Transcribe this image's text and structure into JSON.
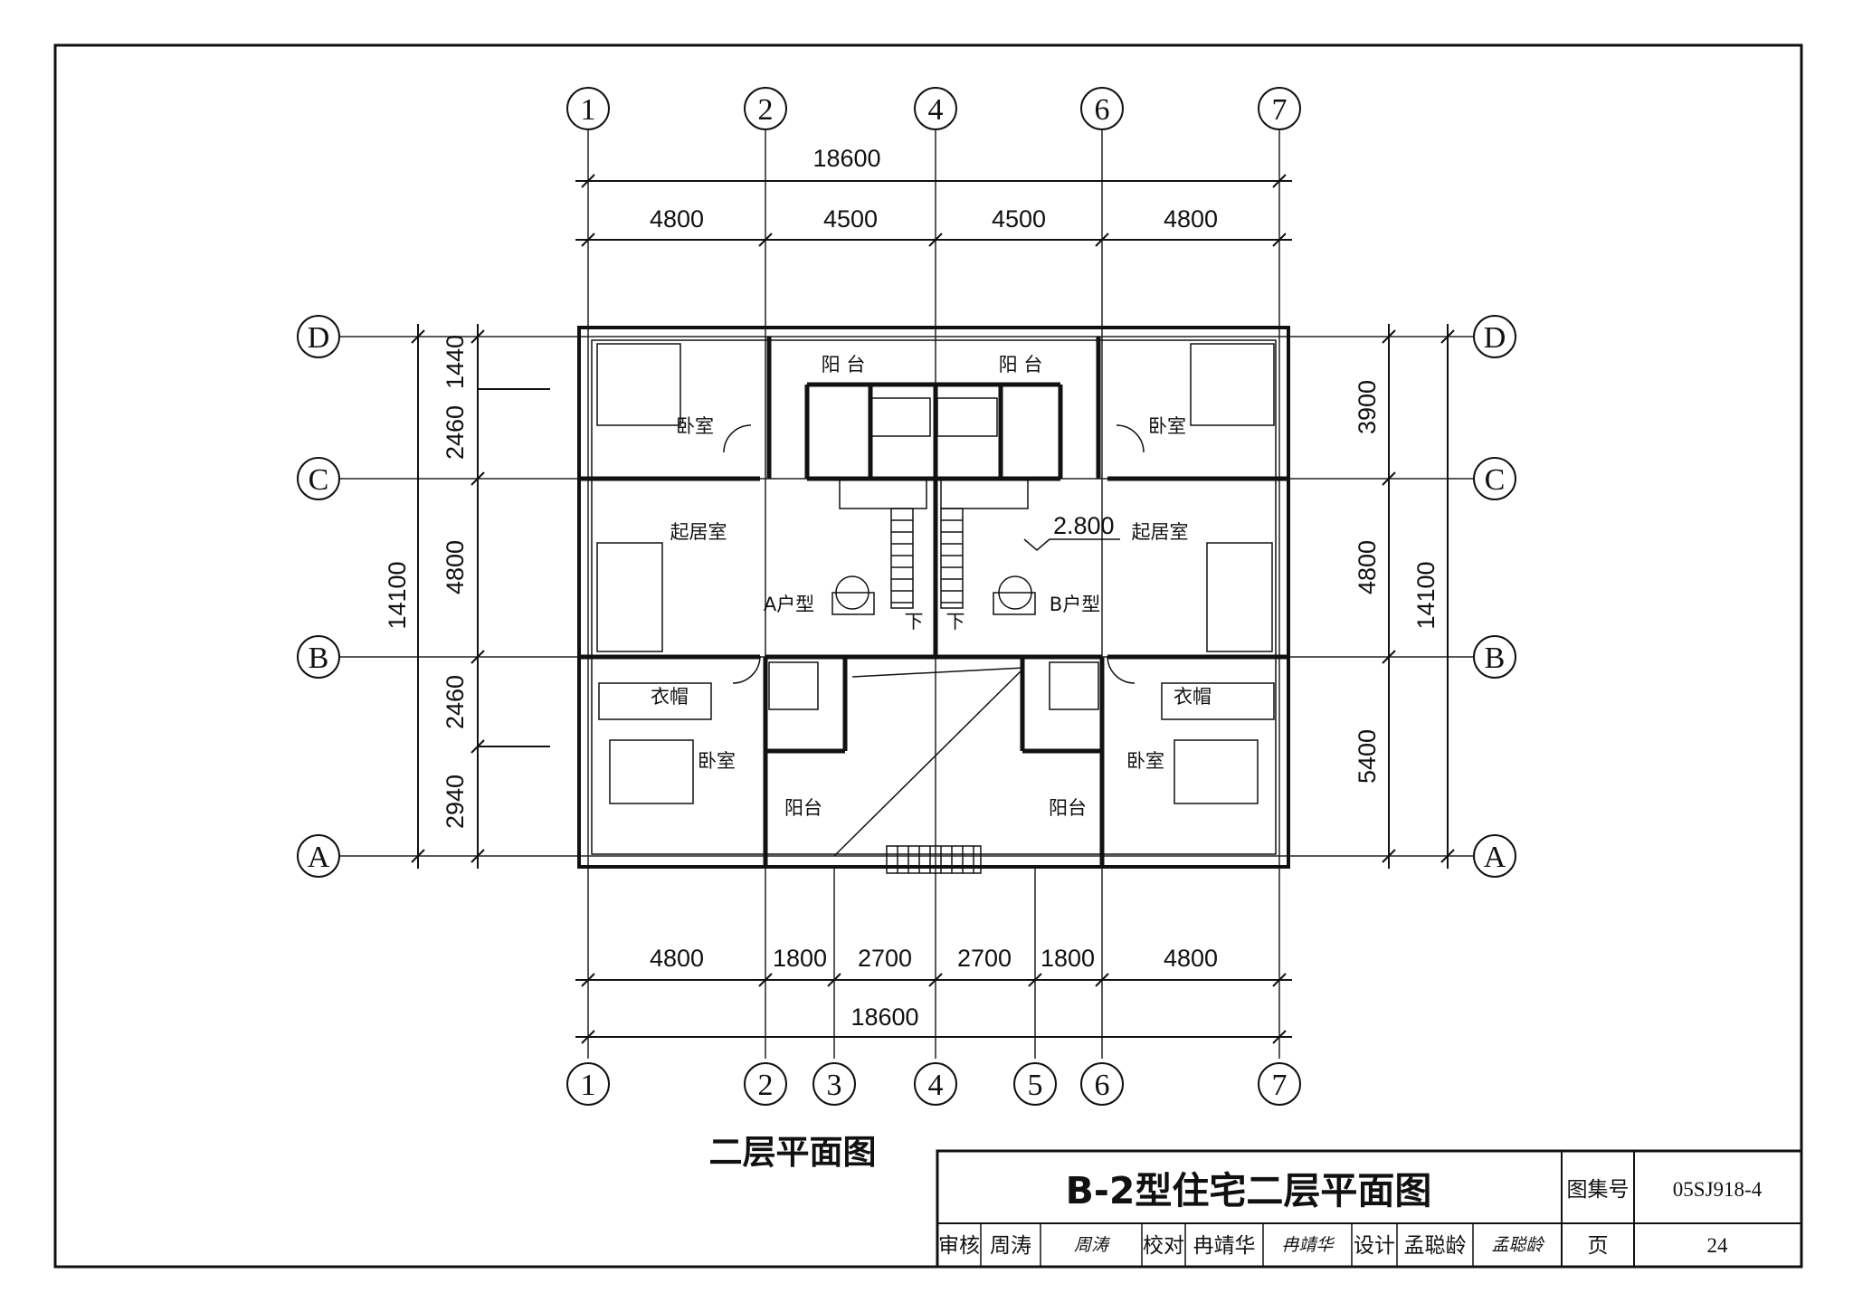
{
  "plan": {
    "title": "二层平面图",
    "axes_top": [
      "1",
      "2",
      "4",
      "6",
      "7"
    ],
    "axes_bottom": [
      "1",
      "2",
      "3",
      "4",
      "5",
      "6",
      "7"
    ],
    "axes_left": [
      "D",
      "C",
      "B",
      "A"
    ],
    "axes_right": [
      "D",
      "C",
      "B",
      "A"
    ],
    "dims_top_total": "18600",
    "dims_top": [
      "4800",
      "4500",
      "4500",
      "4800"
    ],
    "dims_bottom": [
      "4800",
      "1800",
      "2700",
      "2700",
      "1800",
      "4800"
    ],
    "dims_bottom_total": "18600",
    "dims_left_total": "14100",
    "dims_left": [
      "1440",
      "2460",
      "4800",
      "2460",
      "2940"
    ],
    "dims_right_total": "14100",
    "dims_right": [
      "3900",
      "4800",
      "5400"
    ],
    "elevation": "2.800",
    "rooms": {
      "balcony": "阳 台",
      "bedroom": "卧室",
      "living": "起居室",
      "unit_a": "A户型",
      "unit_b": "B户型",
      "wardrobe": "衣帽",
      "balcony_small": "阳台",
      "down": "下"
    }
  },
  "title_block": {
    "title": "B-2型住宅二层平面图",
    "atlas_label": "图集号",
    "atlas_code": "05SJ918-4",
    "review_label": "审核",
    "review_name": "周涛",
    "review_sig": "周涛",
    "check_label": "校对",
    "check_name": "冉靖华",
    "check_sig": "冉靖华",
    "design_label": "设计",
    "design_name": "孟聪龄",
    "design_sig": "孟聪龄",
    "page_label": "页",
    "page_number": "24"
  }
}
